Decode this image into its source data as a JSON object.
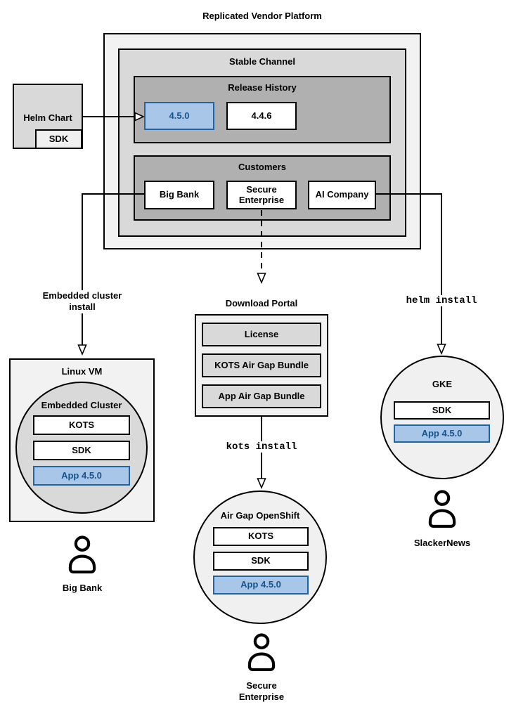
{
  "title": "Replicated Vendor Platform",
  "colors": {
    "highlight_fill": "#a8c6e8",
    "highlight_stroke": "#23639e",
    "highlight_text": "#19538c",
    "container_light": "#f2f2f2",
    "container_medium": "#d9d9d9",
    "container_dark": "#b0b0b0"
  },
  "platform": {
    "channel_title": "Stable Channel",
    "release_history_title": "Release History",
    "releases": [
      {
        "version": "4.5.0",
        "highlight": true
      },
      {
        "version": "4.4.6",
        "highlight": false
      }
    ],
    "customers_title": "Customers",
    "customers": [
      {
        "name": "Big Bank"
      },
      {
        "name": "Secure Enterprise"
      },
      {
        "name": "AI Company"
      }
    ]
  },
  "helm_chart": {
    "label": "Helm Chart",
    "sdk": "SDK"
  },
  "connectors": {
    "embedded_install_label": "Embedded cluster install",
    "kots_install_label": "kots install",
    "helm_install_label": "helm install"
  },
  "left_branch": {
    "vm_title": "Linux VM",
    "cluster_title": "Embedded Cluster",
    "components": [
      {
        "label": "KOTS",
        "highlight": false
      },
      {
        "label": "SDK",
        "highlight": false
      },
      {
        "label": "App 4.5.0",
        "highlight": true
      }
    ],
    "persona": "Big Bank"
  },
  "middle_branch": {
    "portal_title": "Download Portal",
    "portal_items": [
      {
        "label": "License"
      },
      {
        "label": "KOTS Air Gap Bundle"
      },
      {
        "label": "App Air Gap Bundle"
      }
    ],
    "cluster_title": "Air Gap OpenShift",
    "components": [
      {
        "label": "KOTS",
        "highlight": false
      },
      {
        "label": "SDK",
        "highlight": false
      },
      {
        "label": "App 4.5.0",
        "highlight": true
      }
    ],
    "persona": "Secure Enterprise"
  },
  "right_branch": {
    "cluster_title": "GKE",
    "components": [
      {
        "label": "SDK",
        "highlight": false
      },
      {
        "label": "App 4.5.0",
        "highlight": true
      }
    ],
    "persona": "SlackerNews"
  }
}
